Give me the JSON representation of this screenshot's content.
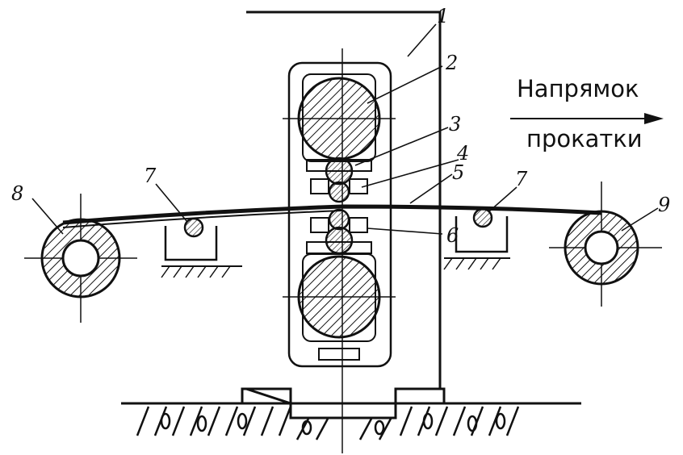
{
  "caption": {
    "line1": "Напрямок",
    "line2": "прокатки"
  },
  "labels": {
    "stand": "1",
    "backup_roll_top": "2",
    "intermediate_roll_top": "3",
    "work_roll_top": "4",
    "strip": "5",
    "work_roll_bottom": "6",
    "guide_roller_left": "7",
    "guide_roller_right": "7",
    "coiler_left": "8",
    "coiler_right": "9"
  },
  "colors": {
    "ink": "#111111",
    "background": "#ffffff"
  }
}
